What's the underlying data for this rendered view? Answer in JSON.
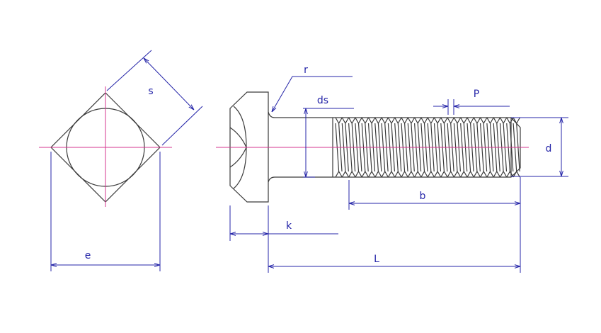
{
  "labels": {
    "s": "s",
    "e": "e",
    "r": "r",
    "ds": "ds",
    "k": "k",
    "L": "L",
    "P": "P",
    "b": "b",
    "d": "d"
  },
  "colors": {
    "part": "#3a3a3a",
    "centerline": "#d6358f",
    "dimension": "#2424a8"
  }
}
